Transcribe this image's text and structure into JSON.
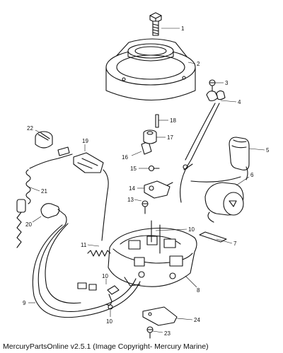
{
  "diagram": {
    "part_labels": [
      "1",
      "2",
      "3",
      "4",
      "5",
      "6",
      "7",
      "8",
      "9",
      "10",
      "10",
      "10",
      "11",
      "13",
      "14",
      "15",
      "16",
      "17",
      "18",
      "19",
      "20",
      "21",
      "22",
      "23",
      "24"
    ],
    "caption": "MercuryPartsOnline v2.5.1 (Image Copyright- Mercury Marine)"
  }
}
